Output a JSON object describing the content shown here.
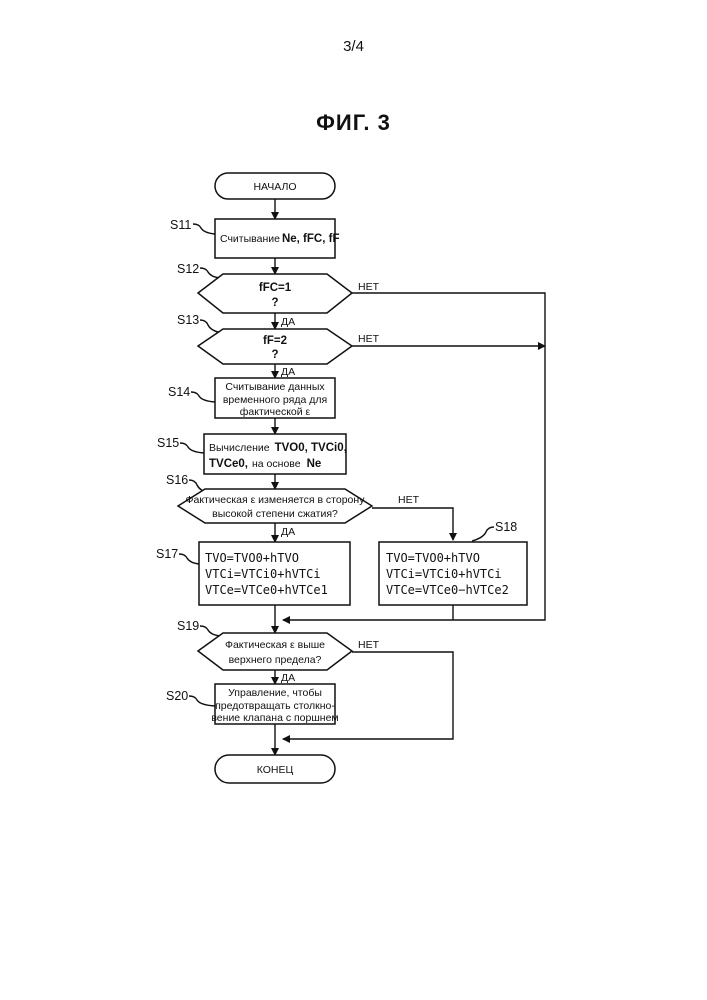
{
  "page_number": "3/4",
  "figure_title": "ФИГ. 3",
  "start": "НАЧАЛО",
  "end": "КОНЕЦ",
  "yes": "ДА",
  "no": "НЕТ",
  "steps": {
    "s11": {
      "id": "S11",
      "prefix": "Считывание",
      "vars": "Ne, fFC, fF"
    },
    "s12": {
      "id": "S12",
      "line1": "fFC=1",
      "line2": "?"
    },
    "s13": {
      "id": "S13",
      "line1": "fF=2",
      "line2": "?"
    },
    "s14": {
      "id": "S14",
      "lines": [
        "Считывание данных",
        "временного ряда для",
        "фактической ε"
      ]
    },
    "s15": {
      "id": "S15",
      "line1_prefix": "Вычисление",
      "line1_vars": "TVO0, TVCi0,",
      "line2_vars": "TVCe0,",
      "line2_mid": "на основе",
      "line2_end": "Ne"
    },
    "s16": {
      "id": "S16",
      "lines": [
        "Фактическая ε изменяется в сторону",
        "высокой степени сжатия?"
      ]
    },
    "s17": {
      "id": "S17",
      "lines": [
        "TVO=TVO0+hTVO",
        "VTCi=VTCi0+hVTCi",
        "VTCe=VTCe0+hVTCe1"
      ]
    },
    "s18": {
      "id": "S18",
      "lines": [
        "TVO=TVO0+hTVO",
        "VTCi=VTCi0+hVTCi",
        "VTCe=VTCe0−hVTCe2"
      ]
    },
    "s19": {
      "id": "S19",
      "lines": [
        "Фактическая ε выше",
        "верхнего предела?"
      ]
    },
    "s20": {
      "id": "S20",
      "lines": [
        "Управление, чтобы",
        "предотвращать столкно-",
        "вение клапана с поршнем"
      ]
    }
  }
}
